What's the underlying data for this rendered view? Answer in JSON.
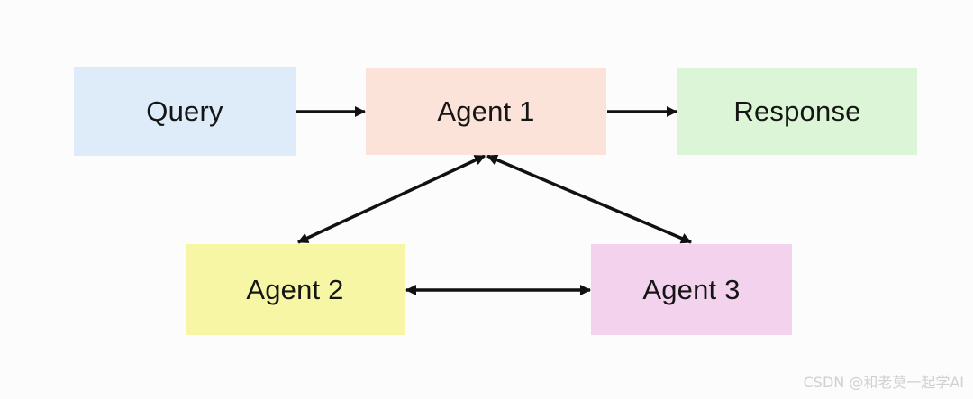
{
  "nodes": {
    "query": {
      "label": "Query",
      "color": "#deebf8"
    },
    "agent1": {
      "label": "Agent 1",
      "color": "#fbe3d9"
    },
    "response": {
      "label": "Response",
      "color": "#dcf5d6"
    },
    "agent2": {
      "label": "Agent 2",
      "color": "#f6f6a5"
    },
    "agent3": {
      "label": "Agent 3",
      "color": "#f2d2ec"
    }
  },
  "edges": [
    {
      "from": "query",
      "to": "agent1",
      "direction": "forward"
    },
    {
      "from": "agent1",
      "to": "response",
      "direction": "forward"
    },
    {
      "from": "agent1",
      "to": "agent2",
      "direction": "both"
    },
    {
      "from": "agent1",
      "to": "agent3",
      "direction": "both"
    },
    {
      "from": "agent2",
      "to": "agent3",
      "direction": "both"
    }
  ],
  "arrow_color": "#111111",
  "watermark": "CSDN @和老莫一起学AI"
}
